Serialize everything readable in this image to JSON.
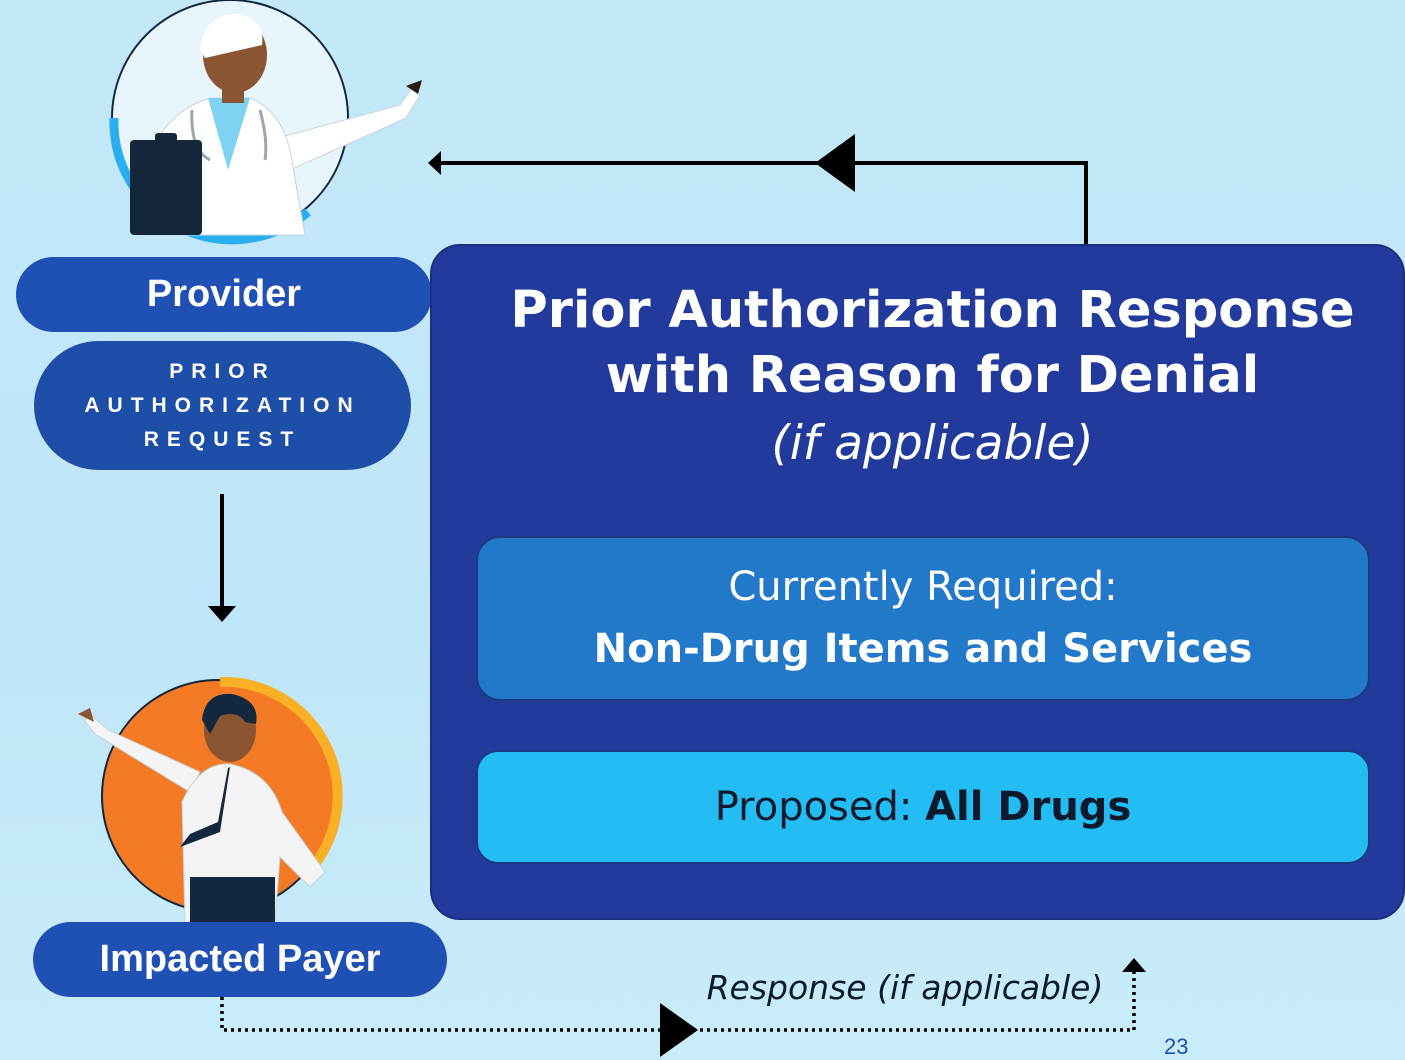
{
  "provider": {
    "label": "Provider",
    "request_lines": [
      "PRIOR",
      "AUTHORIZATION",
      "REQUEST"
    ]
  },
  "payer": {
    "label": "Impacted Payer"
  },
  "response_panel": {
    "title_line1": "Prior Authorization Response",
    "title_line2": "with Reason for Denial",
    "subtitle": "(if applicable)",
    "current": {
      "prefix": "Currently Required:",
      "value": "Non-Drug Items and Services"
    },
    "proposed": {
      "prefix": "Proposed: ",
      "value": "All Drugs"
    }
  },
  "flow": {
    "response_note": "Response (if applicable)"
  },
  "page_number": "23",
  "colors": {
    "pill_blue": "#1f50b4",
    "panel_navy": "#213a9c",
    "current_blue": "#2278c9",
    "proposed_cyan": "#23bdf3",
    "provider_ring": "#29aef0",
    "payer_circle": "#f47a26",
    "payer_ring": "#f9b024"
  },
  "icons": {
    "provider": "doctor-avatar-icon",
    "payer": "payer-avatar-icon"
  }
}
